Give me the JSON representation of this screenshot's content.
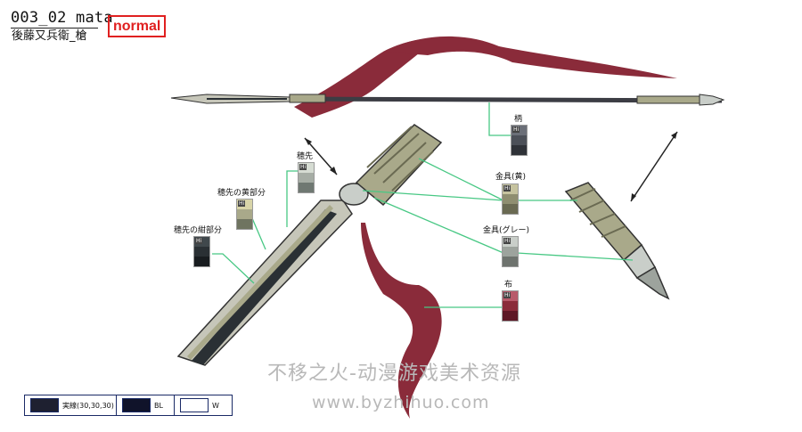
{
  "header": {
    "sheet_id": "003_02 mata",
    "character_item": "後藤又兵衛_槍",
    "mode_badge": "normal"
  },
  "colors": {
    "badge_red": "#e02020",
    "ribbon_red": "#8a2b3a",
    "guide_green": "#48c884",
    "steel_light": "#c6c6b9",
    "shaft_dark": "#3c3d44"
  },
  "callouts": [
    {
      "label": "穂先",
      "hi": "Hi",
      "swatches": [
        "#d6dcd3",
        "#a6ada5",
        "#6f7872"
      ]
    },
    {
      "label": "穂先の黄部分",
      "hi": "Hi",
      "swatches": [
        "#d8d4a8",
        "#a9a98a",
        "#6f7460"
      ]
    },
    {
      "label": "穂先の紺部分",
      "hi": "Hi",
      "swatches": [
        "#40484c",
        "#2a3034",
        "#181c1f"
      ]
    },
    {
      "label": "柄",
      "hi": "Hi",
      "swatches": [
        "#6b6f78",
        "#4c5058",
        "#2f3238"
      ]
    },
    {
      "label": "金具(黄)",
      "hi": "Hi",
      "swatches": [
        "#c6c39f",
        "#8f8e70",
        "#6a6a52"
      ]
    },
    {
      "label": "金具(グレー)",
      "hi": "Hi",
      "swatches": [
        "#c9cec9",
        "#9da39d",
        "#6e736e"
      ]
    },
    {
      "label": "布",
      "hi": "Hi",
      "swatches": [
        "#b85a6a",
        "#8a2b3a",
        "#5e1826"
      ]
    }
  ],
  "legend": [
    {
      "label": "実線(30,30,30)",
      "color": "#1e2030"
    },
    {
      "label": "BL",
      "color": "#10132a"
    },
    {
      "label": "W",
      "color": "#ffffff"
    }
  ],
  "watermark": {
    "text_cn": "不移之火-动漫游戏美术资源",
    "url": "www.byzhihuo.com"
  }
}
